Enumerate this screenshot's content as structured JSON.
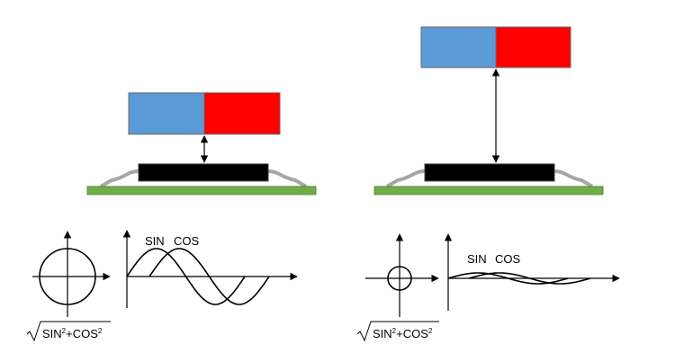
{
  "colors": {
    "magnet_north": "#5b9bd5",
    "magnet_south": "#ff0000",
    "pcb": "#70ad47",
    "chip": "#000000",
    "lead": "#a6a6a6",
    "line": "#000000"
  },
  "left": {
    "sin_label": "SIN",
    "cos_label": "COS",
    "formula": {
      "a": "SIN",
      "a_exp": "2",
      "op": "+COS",
      "b_exp": "2"
    }
  },
  "right": {
    "sin_label": "SIN",
    "cos_label": "COS",
    "formula": {
      "a": "SIN",
      "a_exp": "2",
      "op": "+COS",
      "b_exp": "2"
    }
  }
}
